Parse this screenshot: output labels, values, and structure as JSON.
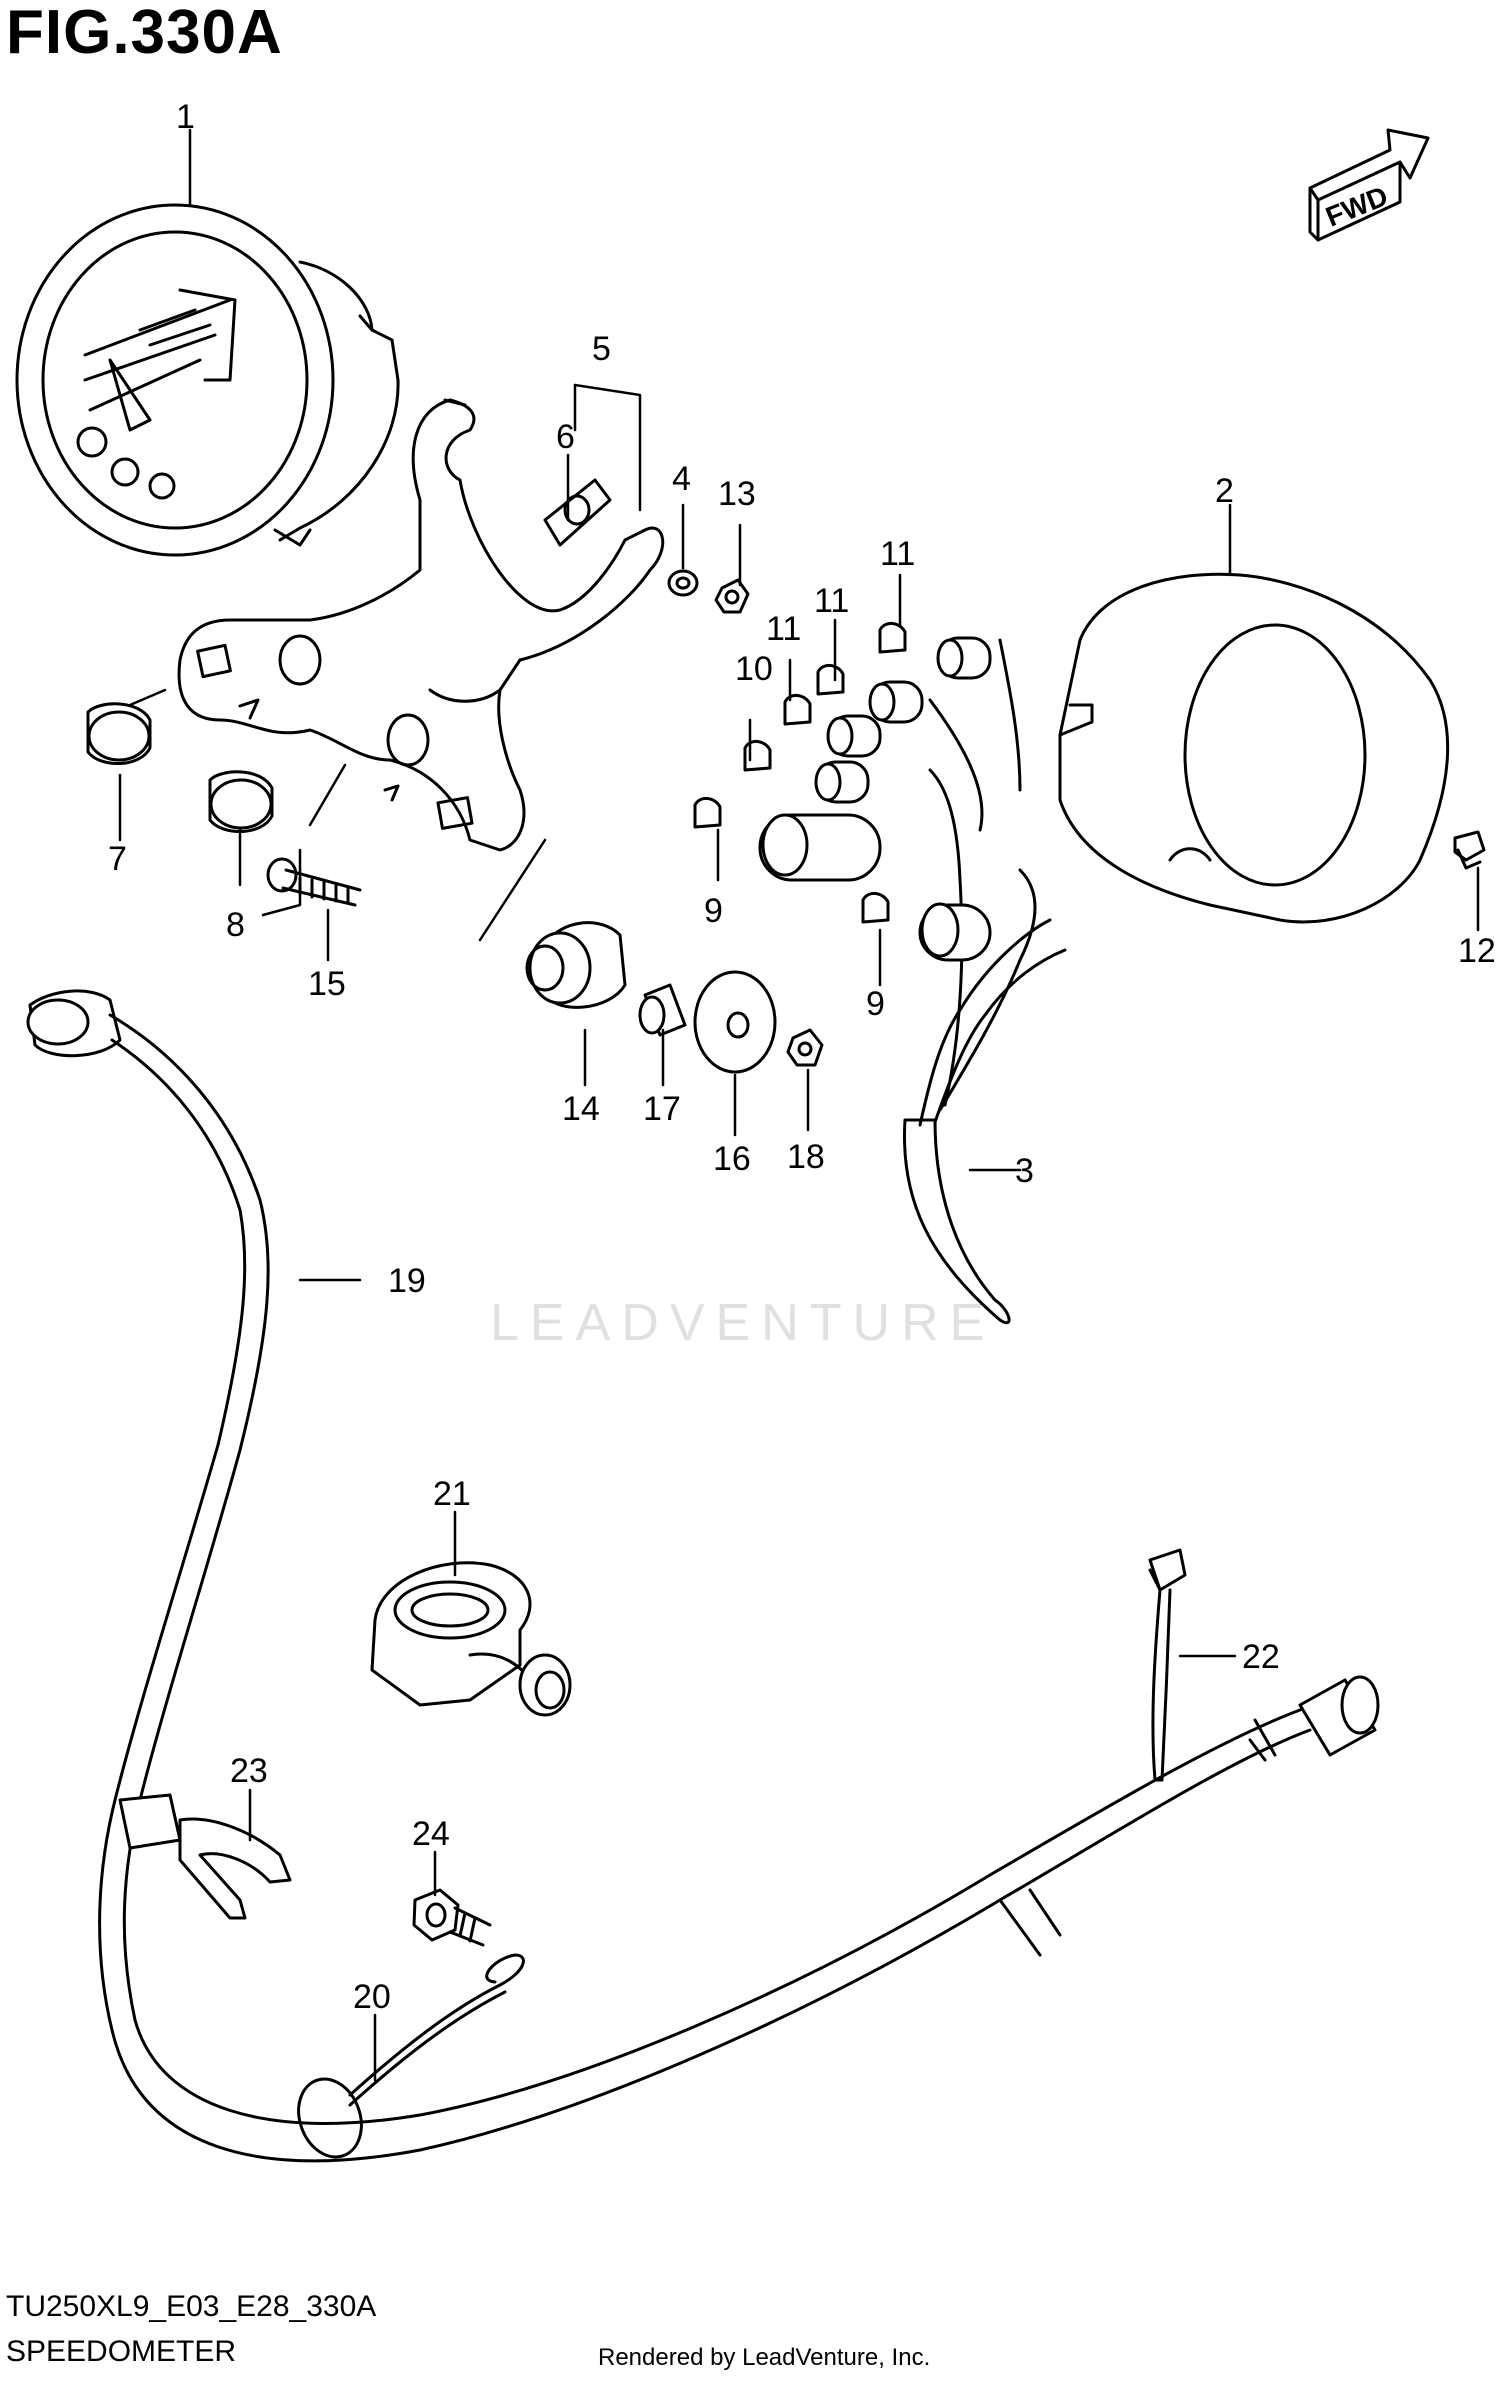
{
  "header": {
    "figure_title": "FIG.330A"
  },
  "footer": {
    "model_code": "TU250XL9_E03_E28_330A",
    "section_name": "SPEEDOMETER",
    "render_credit": "Rendered by LeadVenture, Inc."
  },
  "watermark": {
    "text": "LEADVENTURE"
  },
  "direction_arrow": {
    "label": "FWD"
  },
  "callouts": [
    {
      "id": "1",
      "label": "1"
    },
    {
      "id": "2",
      "label": "2"
    },
    {
      "id": "3",
      "label": "3"
    },
    {
      "id": "4",
      "label": "4"
    },
    {
      "id": "5",
      "label": "5"
    },
    {
      "id": "6",
      "label": "6"
    },
    {
      "id": "7",
      "label": "7"
    },
    {
      "id": "8",
      "label": "8"
    },
    {
      "id": "9a",
      "label": "9"
    },
    {
      "id": "9b",
      "label": "9"
    },
    {
      "id": "10",
      "label": "10"
    },
    {
      "id": "11a",
      "label": "11"
    },
    {
      "id": "11b",
      "label": "11"
    },
    {
      "id": "11c",
      "label": "11"
    },
    {
      "id": "12",
      "label": "12"
    },
    {
      "id": "13",
      "label": "13"
    },
    {
      "id": "14",
      "label": "14"
    },
    {
      "id": "15",
      "label": "15"
    },
    {
      "id": "16",
      "label": "16"
    },
    {
      "id": "17",
      "label": "17"
    },
    {
      "id": "18",
      "label": "18"
    },
    {
      "id": "19",
      "label": "19"
    },
    {
      "id": "20",
      "label": "20"
    },
    {
      "id": "21",
      "label": "21"
    },
    {
      "id": "22",
      "label": "22"
    },
    {
      "id": "23",
      "label": "23"
    },
    {
      "id": "24",
      "label": "24"
    }
  ],
  "colors": {
    "ink": "#000000",
    "paper": "#ffffff",
    "watermark": "#e0e0e0"
  }
}
